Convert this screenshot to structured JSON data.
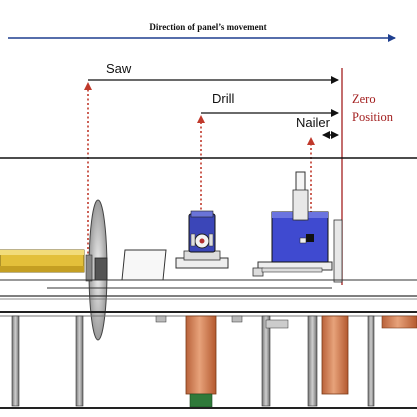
{
  "title": "Direction of panel’s movement",
  "labels": {
    "saw": "Saw",
    "drill": "Drill",
    "nailer": "Nailer",
    "zero_line1": "Zero",
    "zero_line2": "Position"
  },
  "colors": {
    "direction_arrow": "#1f3f8f",
    "dotted_arrow": "#c0392b",
    "zero_line": "#a32020",
    "dimension_line": "#111111",
    "drill_body": "#3b46b8",
    "nailer_body": "#3f4ad0",
    "infeed_panel": "#e3c03a",
    "motor_orange": "#d98452",
    "machine_outline": "#333333"
  }
}
